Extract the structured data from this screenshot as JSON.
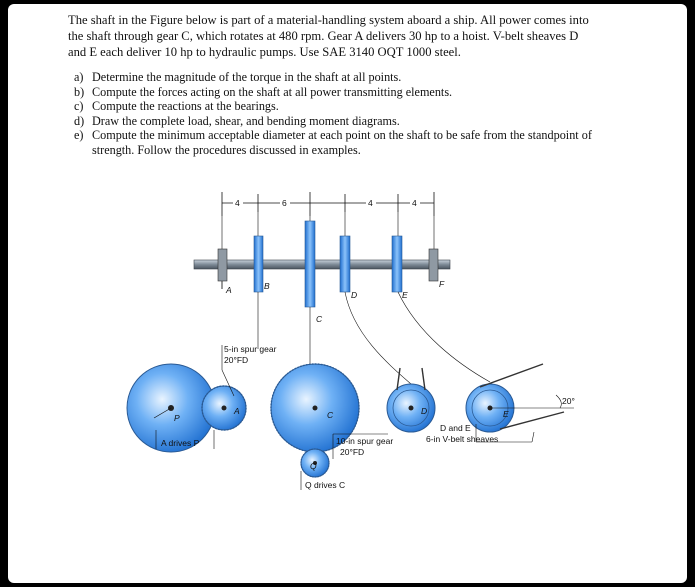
{
  "problem": {
    "intro_lines": [
      "The shaft in the Figure below is part of a material-handling system aboard a ship. All power comes into",
      "the shaft through gear C, which rotates at 480 rpm. Gear A delivers 30 hp to a hoist. V-belt sheaves D",
      "and E each deliver 10 hp to hydraulic pumps. Use SAE 3140 OQT 1000 steel."
    ],
    "tasks": [
      {
        "label": "a)",
        "text": "Determine the magnitude of the torque in the shaft at all points."
      },
      {
        "label": "b)",
        "text": "Compute the forces acting on the shaft at all power transmitting elements."
      },
      {
        "label": "c)",
        "text": "Compute the reactions at the bearings."
      },
      {
        "label": "d)",
        "text": "Draw the complete load, shear, and bending moment diagrams."
      },
      {
        "label": "e)",
        "text": "Compute the minimum acceptable diameter at each point on the shaft to be safe from the standpoint of strength. Follow the procedures discussed in examples."
      }
    ]
  },
  "figure": {
    "dimensions": [
      "4",
      "6",
      "4",
      "4"
    ],
    "shaft_points": [
      "A",
      "B",
      "C",
      "D",
      "E",
      "F"
    ],
    "lower_letters": [
      "P",
      "A",
      "C",
      "D",
      "E",
      "Q"
    ],
    "spur_gear_5": [
      "5-in spur gear",
      "20°FD"
    ],
    "spur_gear_10": [
      "10-in spur gear",
      "20°FD"
    ],
    "sheaves": [
      "D and E",
      "6-in V-belt sheaves"
    ],
    "a_drives": "A drives P",
    "q_drives": "Q drives C",
    "angle": "20°",
    "colors": {
      "gear_blue": "#2f86e6",
      "shaft_gray": "#7d8a96",
      "rim": "#3a6fa8"
    }
  }
}
